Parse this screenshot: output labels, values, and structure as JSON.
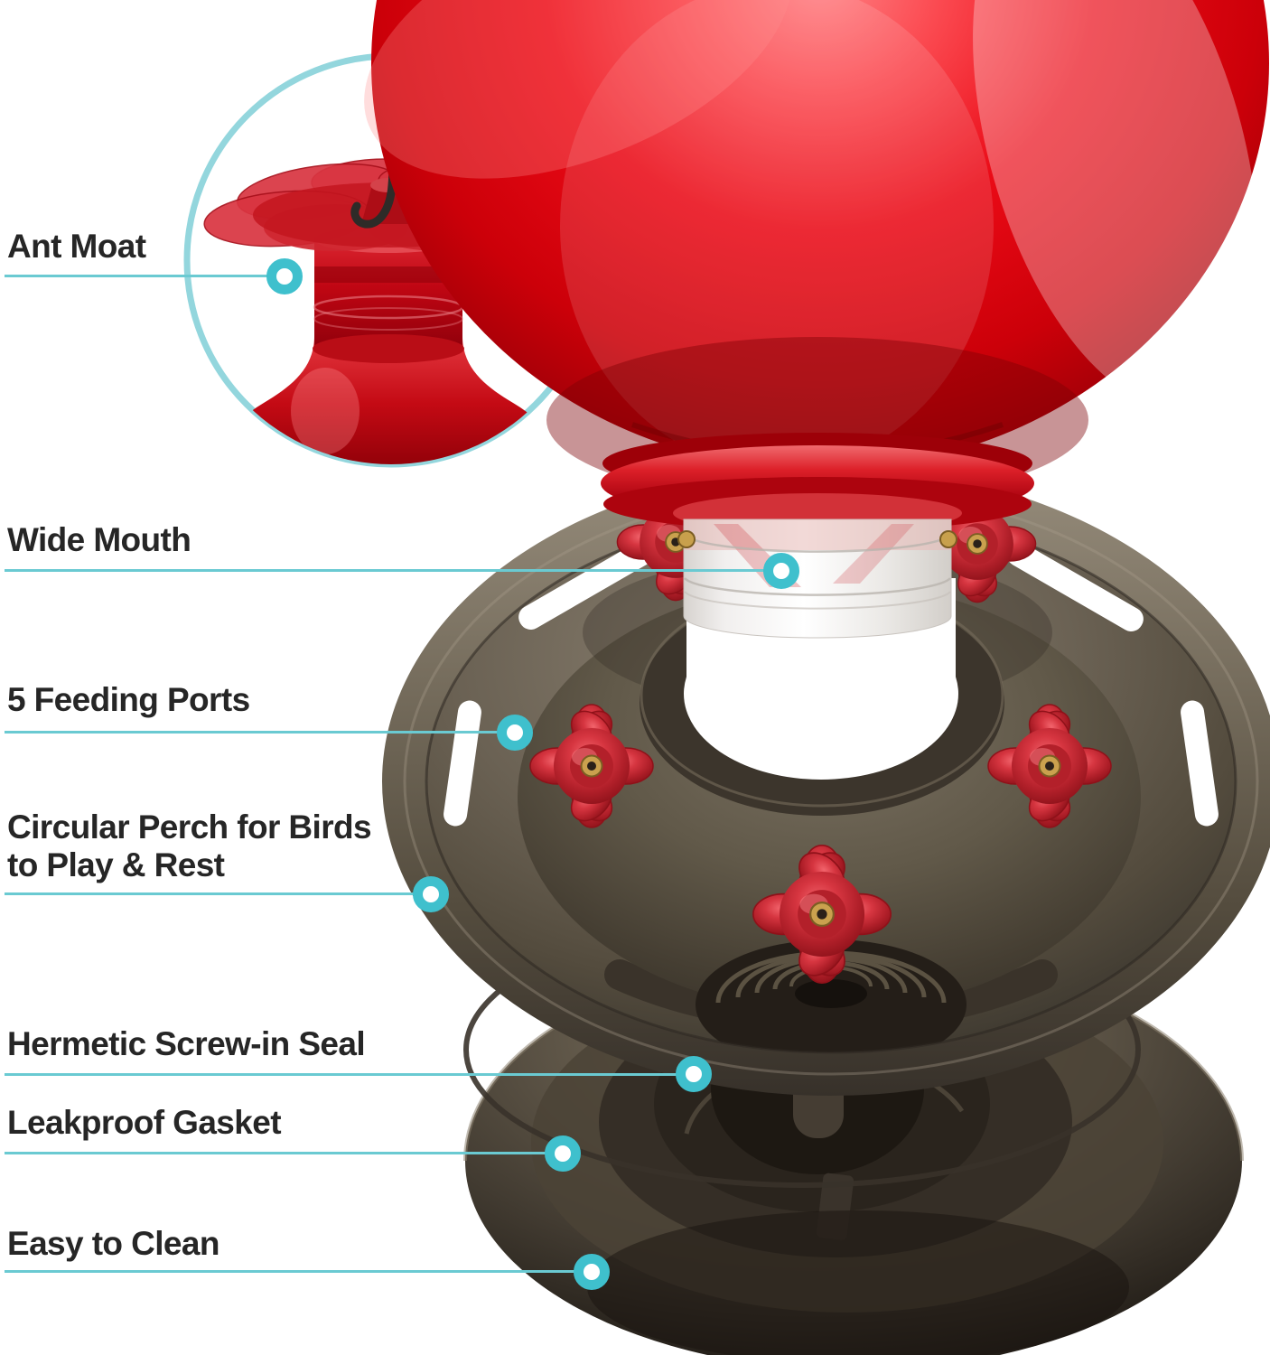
{
  "page": {
    "subject": "hummingbird feeder exploded product feature diagram",
    "background": "#FFFFFF"
  },
  "colors": {
    "accent_teal_marker": "#3FC0CD",
    "callout_line": "#6ACAD2",
    "inset_ring": "#93D6DD",
    "label_text": "#262626",
    "globe_red": "#E60012",
    "globe_red_dark": "#860006",
    "flower_port_red": "#C1272D",
    "base_bronze": "#6E6557",
    "base_bronze_dark": "#37312A",
    "grommet_gold": "#CAA14E",
    "glass_clear": "#F2F1EF",
    "hook_black": "#2E2B28"
  },
  "callouts": [
    {
      "label": "Ant Moat"
    },
    {
      "label": "Wide Mouth"
    },
    {
      "label": "5 Feeding Ports"
    },
    {
      "label": "Circular Perch for Birds to Play & Rest",
      "lines": [
        "Circular Perch for Birds",
        "to Play & Rest"
      ]
    },
    {
      "label": "Hermetic Screw-in Seal"
    },
    {
      "label": "Leakproof Gasket"
    },
    {
      "label": "Easy to Clean"
    }
  ]
}
